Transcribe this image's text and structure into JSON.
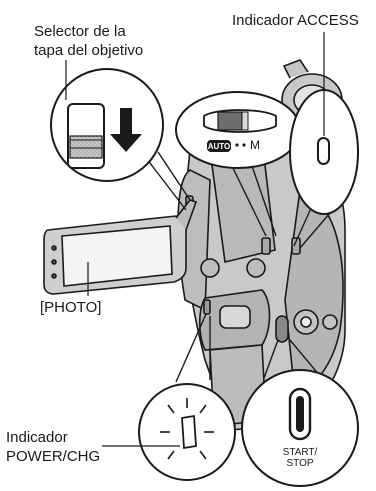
{
  "labels": {
    "lens_cover_line1": "Selector de la",
    "lens_cover_line2": "tapa del objetivo",
    "access": "Indicador ACCESS",
    "photo": "[PHOTO]",
    "power_line1": "Indicador",
    "power_line2": "POWER/CHG",
    "start_stop_line1": "START/",
    "start_stop_line2": "STOP",
    "mode_auto": "AUTO",
    "mode_manual": "M"
  }
}
